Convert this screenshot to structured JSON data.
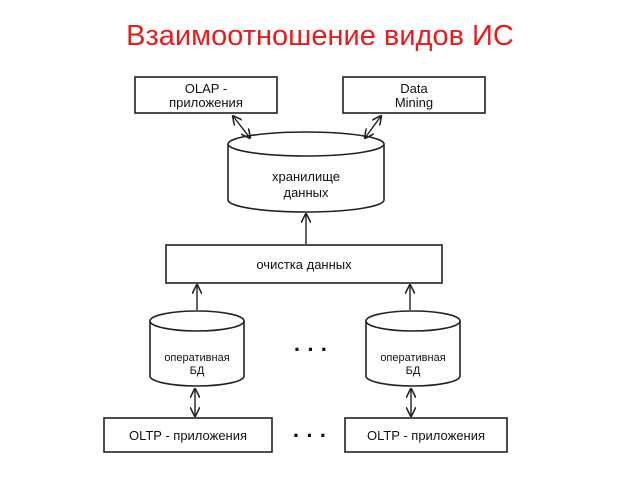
{
  "title": "Взаимоотношение видов ИС",
  "nodes": {
    "olap": {
      "line1": "OLAP -",
      "line2": "приложения"
    },
    "data_mining": {
      "line1": "Data",
      "line2": "Mining"
    },
    "warehouse": {
      "line1": "хранилище",
      "line2": "данных"
    },
    "cleaning": {
      "label": "очистка данных"
    },
    "op_db_left": {
      "line1": "оперативная",
      "line2": "БД"
    },
    "op_db_right": {
      "line1": "оперативная",
      "line2": "БД"
    },
    "oltp_left": {
      "label": "OLTP - приложения"
    },
    "oltp_right": {
      "label": "OLTP - приложения"
    }
  },
  "ellipses": {
    "middle": "· · ·",
    "bottom": "· · ·"
  }
}
